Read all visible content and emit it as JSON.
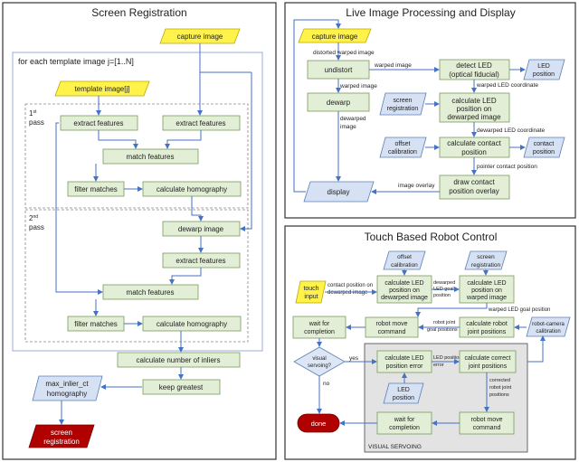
{
  "panels": {
    "screen_registration": "Screen Registration",
    "live": "Live Image Processing and Display",
    "touch": "Touch Based Robot Control"
  },
  "sr": {
    "loop_label": "for each template image j=[1..N]",
    "capture_image": "capture image",
    "template_image": "template image[j]",
    "pass1_a": "1",
    "pass1_sup": "st",
    "pass_word": "pass",
    "pass2_a": "2",
    "pass2_sup": "nd",
    "extract_features": "extract features",
    "match_features": "match features",
    "filter_matches": "filter matches",
    "calculate_homography": "calculate homography",
    "dewarp_image": "dewarp image",
    "calc_inliers": "calculate number of inliers",
    "keep_greatest": "keep greatest",
    "max_inlier_1": "max_inlier_ct",
    "max_inlier_2": "homography",
    "screen_reg_1": "screen",
    "screen_reg_2": "registration"
  },
  "live": {
    "capture_image": "capture image",
    "distorted": "distorted warped image",
    "undistort": "undistort",
    "warped_image_1": "warped image",
    "detect_led_1": "detect LED",
    "detect_led_2": "(optical fiducial)",
    "led_position_1": "LED",
    "led_position_2": "position",
    "warped_image_2": "warped image",
    "warped_led_coord": "warped LED coordinate",
    "dewarp": "dewarp",
    "screen_reg_1": "screen",
    "screen_reg_2": "registration",
    "calc_led_1": "calculate LED",
    "calc_led_2": "position on",
    "calc_led_3": "dewarped image",
    "dewarped_1": "dewarped",
    "dewarped_2": "image",
    "dewarped_led_coord": "dewarped LED coordinate",
    "offset_1": "offset",
    "offset_2": "calibration",
    "calc_contact_1": "calculate contact",
    "calc_contact_2": "position",
    "contact_pos_1": "contact",
    "contact_pos_2": "position",
    "pointer_contact": "pointer contact position",
    "display": "display",
    "image_overlay": "image overlay",
    "draw_contact_1": "draw contact",
    "draw_contact_2": "position overlay"
  },
  "touch": {
    "offset_1": "offset",
    "offset_2": "calibration",
    "screen_reg_1": "screen",
    "screen_reg_2": "registration",
    "touch_1": "touch",
    "touch_2": "input",
    "contact_on_1": "contact position on",
    "contact_on_2": "dewarped image",
    "calc_led_a1": "calculate LED",
    "calc_led_a2": "position on",
    "calc_led_a3": "dewarped image",
    "dewarped_led_1": "dewarped",
    "dewarped_led_2": "LED goal",
    "dewarped_led_3": "position",
    "calc_led_b1": "calculate LED",
    "calc_led_b2": "position on",
    "calc_led_b3": "warped image",
    "warped_led_goal": "warped LED goal position",
    "wait_1": "wait for",
    "wait_2": "completion",
    "robot_move_1": "robot move",
    "robot_move_2": "command",
    "robot_joint_1": "robot joint",
    "robot_joint_2": "goal positions",
    "calc_robot_1": "calculate robot",
    "calc_robot_2": "joint positions",
    "robot_cam_1": "robot-camera",
    "robot_cam_2": "calibration",
    "visual_servoing_q_1": "visual",
    "visual_servoing_q_2": "servoing?",
    "yes": "yes",
    "no": "no",
    "calc_err_1": "calculate LED",
    "calc_err_2": "position error",
    "led_pos_err_1": "LED position",
    "led_pos_err_2": "error",
    "calc_correct_1": "calculate correct",
    "calc_correct_2": "joint positions",
    "led_pos_1": "LED",
    "led_pos_2": "position",
    "corrected_1": "corrected",
    "corrected_2": "robot joint",
    "corrected_3": "positions",
    "done": "done",
    "wait_b1": "wait for",
    "wait_b2": "completion",
    "robot_move_b1": "robot move",
    "robot_move_b2": "command",
    "vs_label": "VISUAL SERVOING"
  }
}
